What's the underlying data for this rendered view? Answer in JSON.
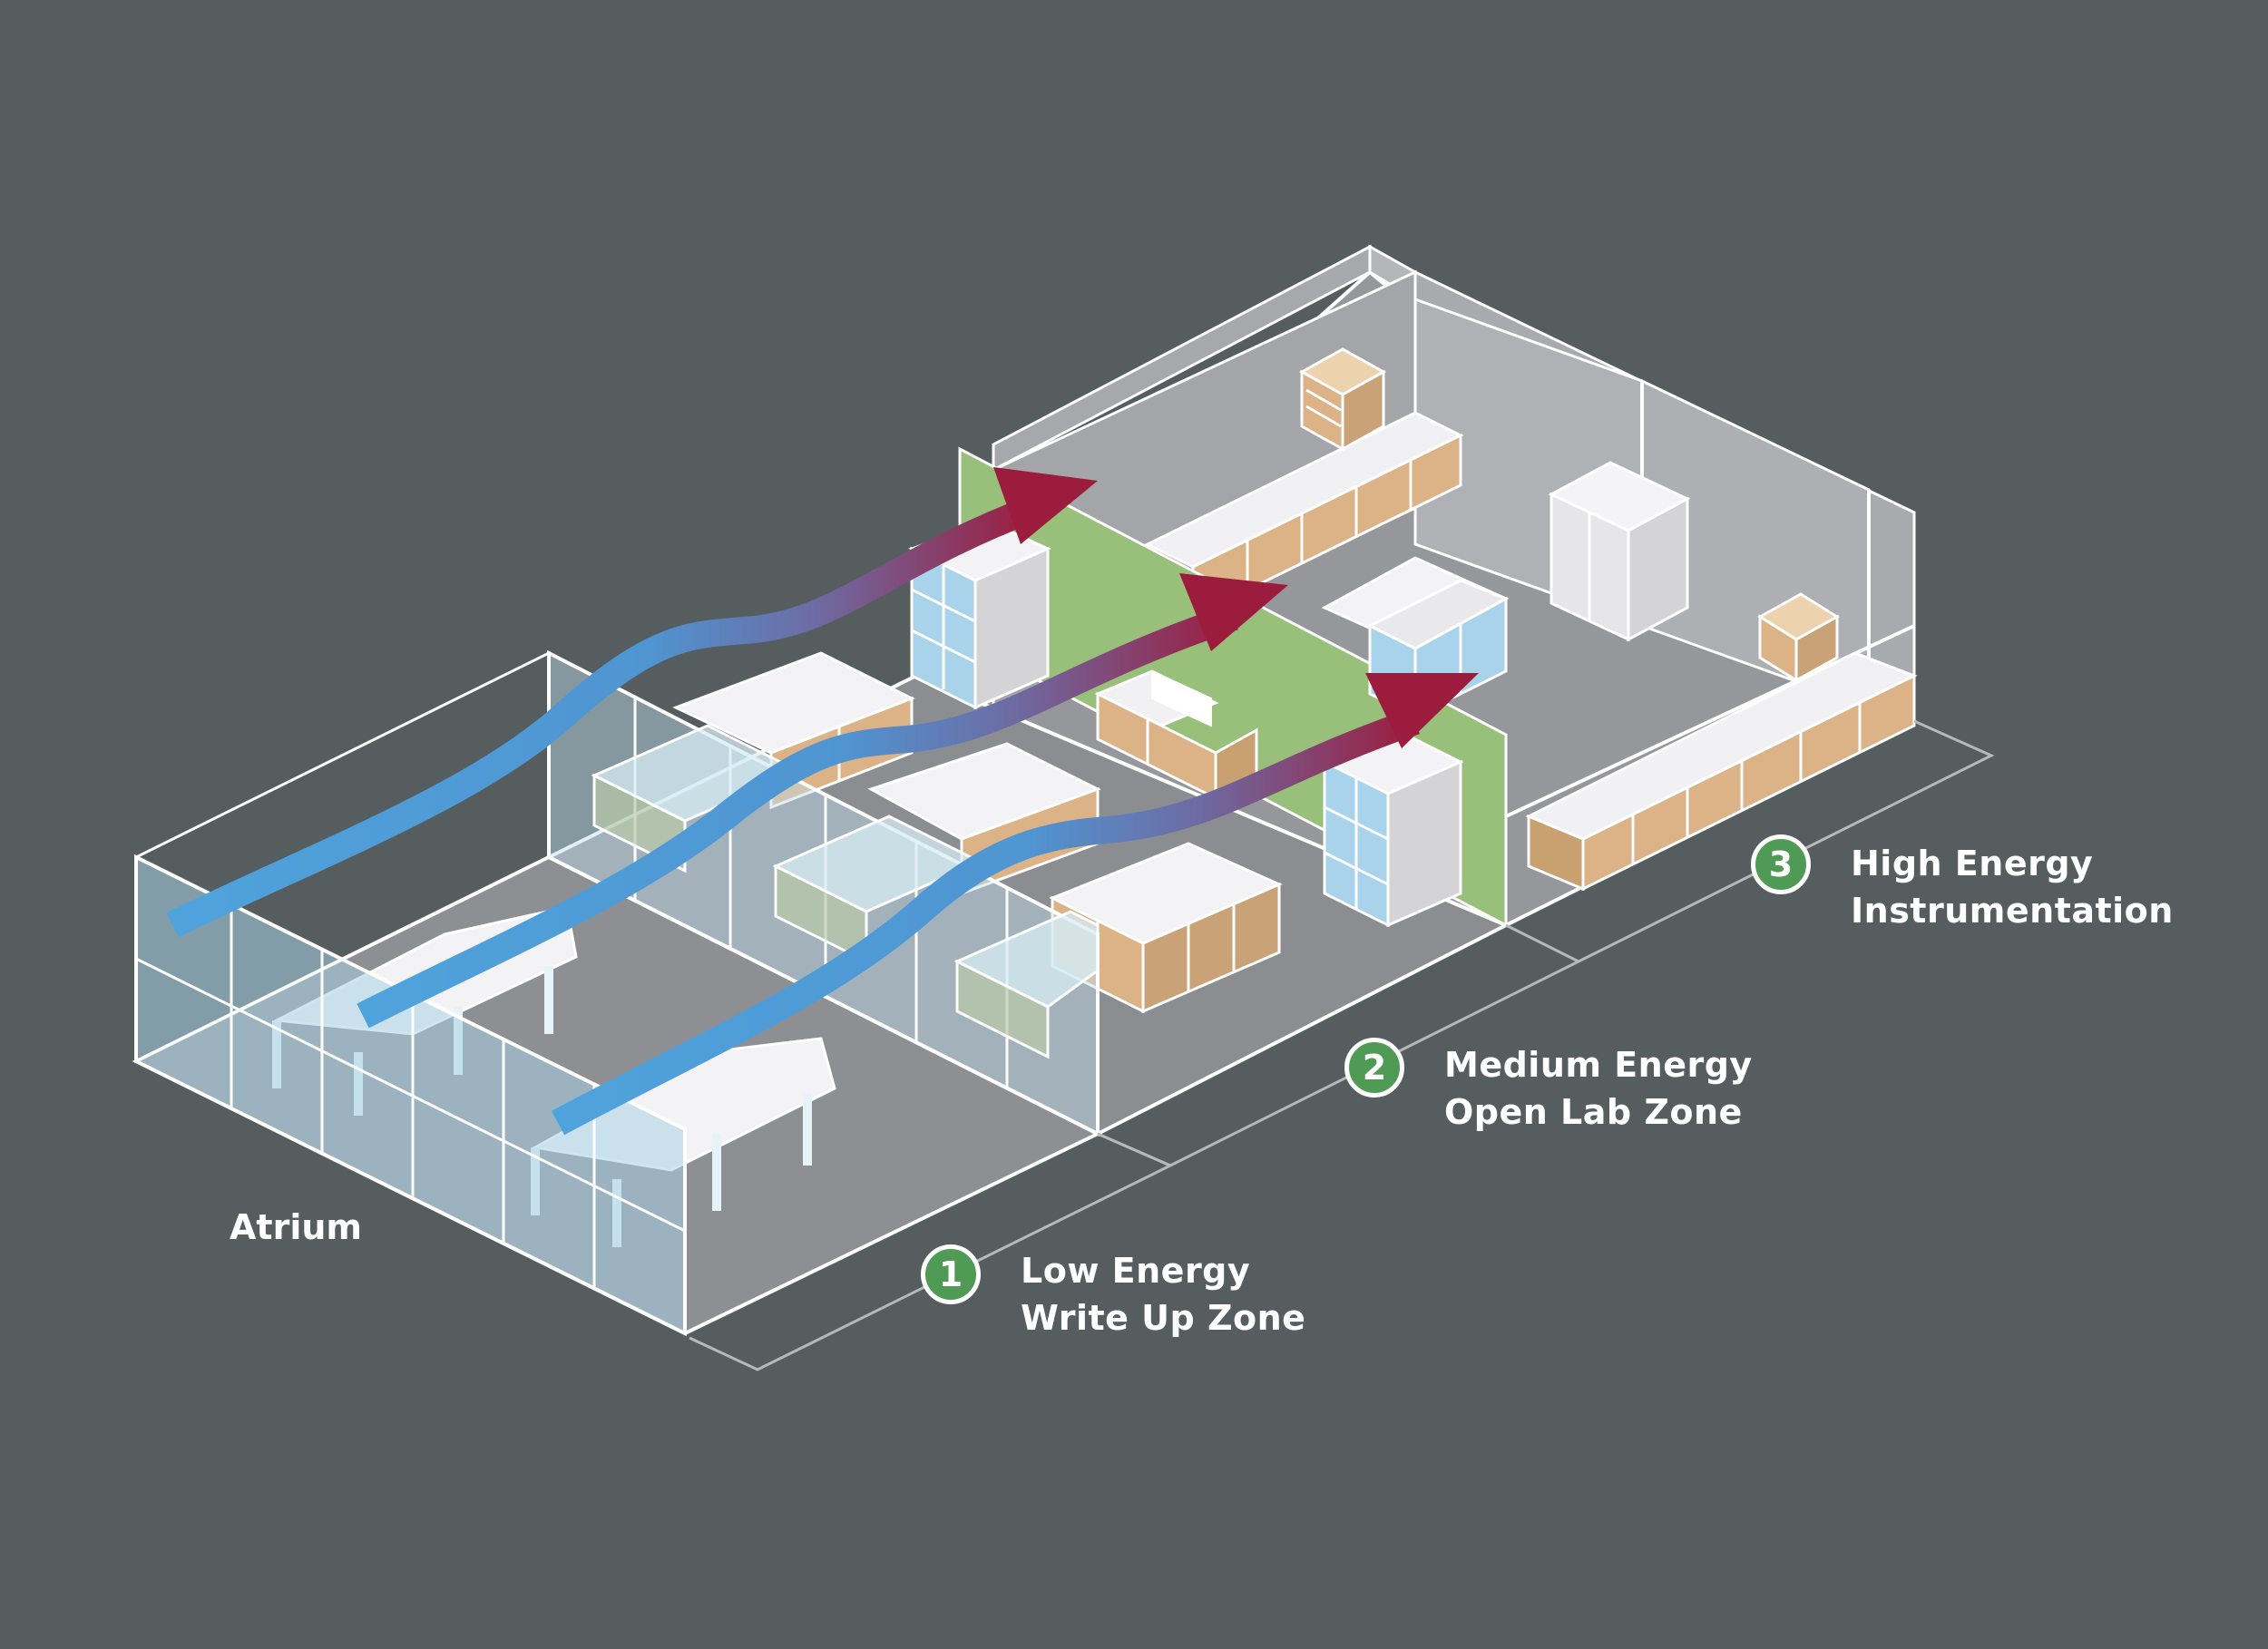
{
  "colors": {
    "background": "#565d5f",
    "zone_badge": "#4f9a54",
    "airflow_supply": "#4fa3dc",
    "airflow_exhaust": "#9c1c3d",
    "casework": "#dcb287",
    "fume_hood_glass": "#a9d3ea",
    "partition_green": "#98c07a"
  },
  "labels": {
    "atrium": "Atrium"
  },
  "zones": [
    {
      "number": "1",
      "line1": "Low Energy",
      "line2": "Write Up Zone",
      "icon": "zone-number-badge"
    },
    {
      "number": "2",
      "line1": "Medium Energy",
      "line2": "Open Lab Zone",
      "icon": "zone-number-badge"
    },
    {
      "number": "3",
      "line1": "High Energy",
      "line2": "Instrumentation",
      "icon": "zone-number-badge"
    }
  ],
  "airflow_arrows": [
    {
      "name": "airflow-arrow-top",
      "from": "supply-cool",
      "to": "exhaust-warm"
    },
    {
      "name": "airflow-arrow-middle",
      "from": "supply-cool",
      "to": "exhaust-warm"
    },
    {
      "name": "airflow-arrow-bottom",
      "from": "supply-cool",
      "to": "exhaust-warm"
    }
  ]
}
